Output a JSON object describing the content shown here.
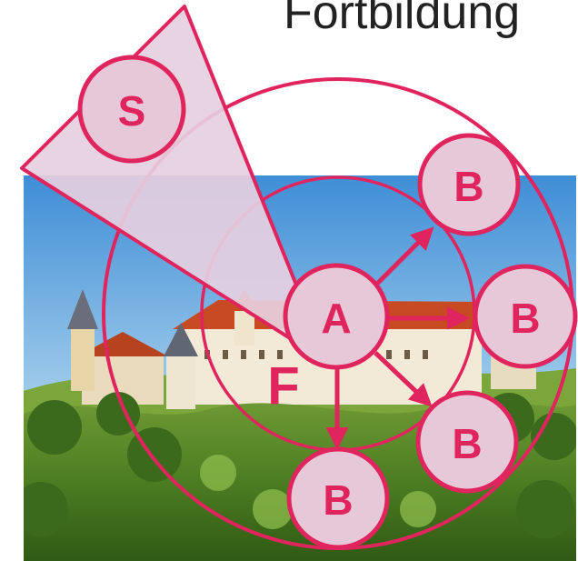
{
  "title": "Fortbildung",
  "colors": {
    "accent": "#e0245e",
    "node_fill": "#e6c8d8",
    "sector_fill": "#e6cfe0"
  },
  "nodes": {
    "s": "S",
    "a": "A",
    "b_top": "B",
    "b_right": "B",
    "b_lower_right": "B",
    "b_bottom": "B"
  },
  "field_label": "F"
}
